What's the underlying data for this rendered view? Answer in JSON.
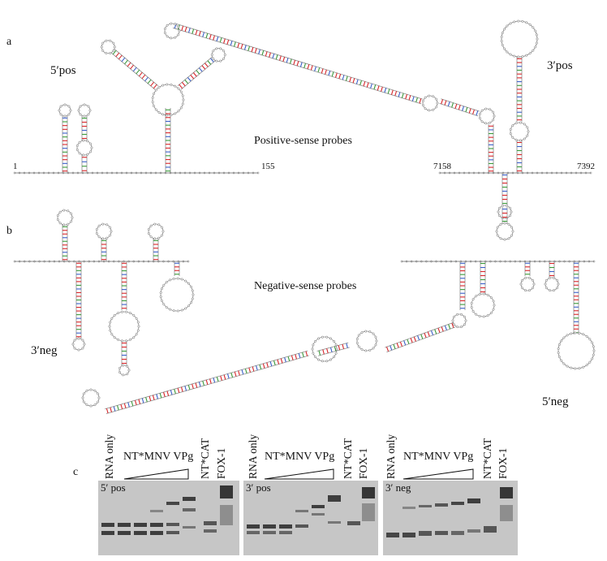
{
  "panels": {
    "a": "a",
    "b": "b",
    "c": "c"
  },
  "probes": {
    "pos5": "5′pos",
    "pos3": "3′pos",
    "neg3": "3′neg",
    "neg5": "5′neg"
  },
  "captions": {
    "positive": "Positive-sense probes",
    "negative": "Negative-sense probes"
  },
  "positions": {
    "p1": "1",
    "p155": "155",
    "p7158": "7158",
    "p7392": "7392"
  },
  "lanes": {
    "rna_only": "RNA only",
    "vpg": "NT*MNV VPg",
    "ntcat": "NT*CAT",
    "fox1": "FOX-1"
  },
  "gels": [
    {
      "title": "5′ pos"
    },
    {
      "title": "3′ pos"
    },
    {
      "title": "3′ neg"
    }
  ],
  "colors": {
    "pair_red": "#d8262a",
    "pair_blue": "#3a5fc9",
    "pair_green": "#3a9a3a",
    "strand": "#8a8a8a",
    "gel_bg": "#c6c6c6",
    "band": "#262626"
  }
}
